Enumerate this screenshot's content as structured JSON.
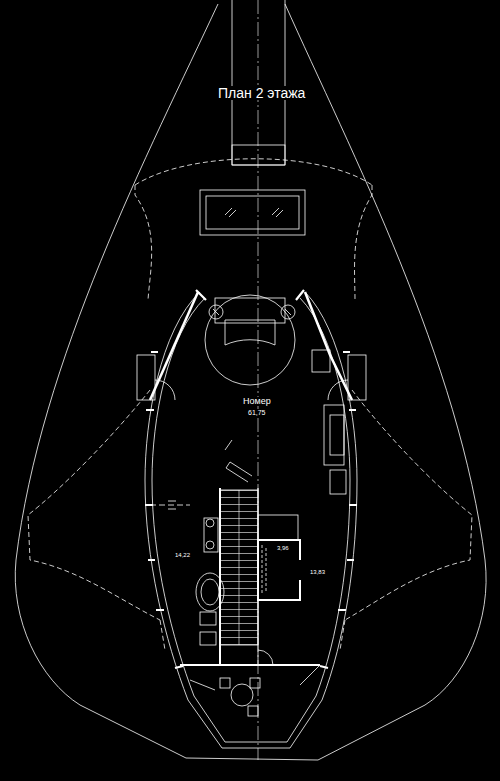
{
  "diagram": {
    "title": "План 2 этажа",
    "labels": [
      "Номер",
      "61,75",
      "14,22",
      "3,96",
      "13,83"
    ]
  }
}
